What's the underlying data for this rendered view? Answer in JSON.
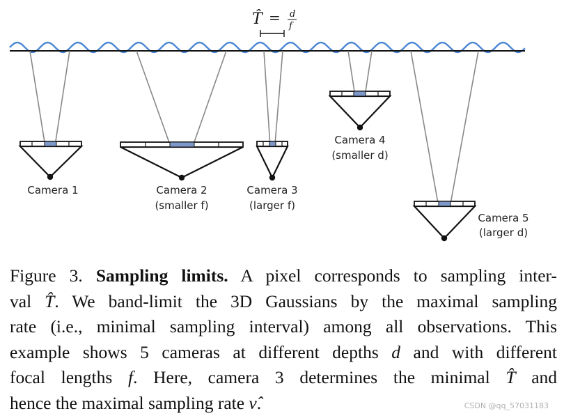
{
  "figure": {
    "interval_formula": "T̂ = d/f",
    "interval_symbol": "T̂",
    "frac_num": "d",
    "frac_den": "f",
    "wave_color": "#4a86d4",
    "pixel_highlight_color": "#7d98c9",
    "cameras": [
      {
        "name": "Camera 1",
        "note": ""
      },
      {
        "name": "Camera 2",
        "note": "(smaller f)"
      },
      {
        "name": "Camera 3",
        "note": "(larger f)"
      },
      {
        "name": "Camera 4",
        "note": "(smaller d)"
      },
      {
        "name": "Camera 5",
        "note": "(larger d)"
      }
    ]
  },
  "caption": {
    "figure_label": "Figure 3.",
    "bold_title": "Sampling limits.",
    "line1_rest": "A pixel corresponds to sampling inter-",
    "line2_a": "val",
    "line2_sym": "T̂",
    "line2_b": ". We band-limit the 3D Gaussians by the maximal sampling",
    "line3": "rate (i.e., minimal sampling interval) among all observations. This",
    "line4_a": "example shows 5 cameras at different depths",
    "line4_sym": "d",
    "line4_b": "and with different",
    "line5_a": "focal lengths",
    "line5_sym": "f",
    "line5_b": ".  Here, camera 3 determines the minimal",
    "line5_sym2": "T̂",
    "line5_c": "and",
    "line6_a": "hence the maximal sampling rate",
    "line6_sym": "ν̂",
    "line6_b": "."
  },
  "watermark": "CSDN @qq_57031183"
}
